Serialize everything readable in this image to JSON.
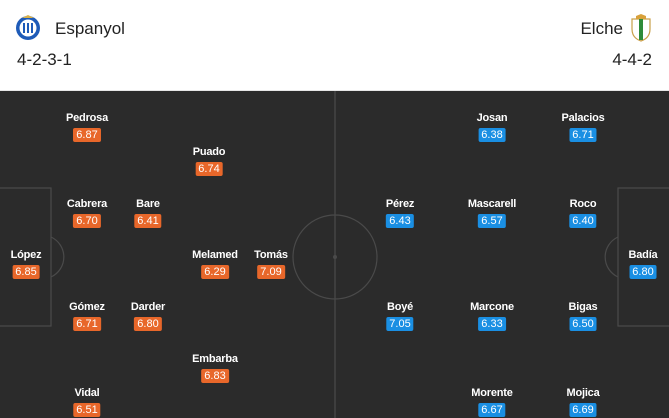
{
  "home": {
    "name": "Espanyol",
    "formation": "4-2-3-1",
    "crest_icon": "espanyol-crest-icon",
    "rating_color": "#e8672a",
    "players": [
      {
        "name": "López",
        "rating": "6.85"
      },
      {
        "name": "Pedrosa",
        "rating": "6.87"
      },
      {
        "name": "Cabrera",
        "rating": "6.70"
      },
      {
        "name": "Gómez",
        "rating": "6.71"
      },
      {
        "name": "Vidal",
        "rating": "6.51"
      },
      {
        "name": "Bare",
        "rating": "6.41"
      },
      {
        "name": "Darder",
        "rating": "6.80"
      },
      {
        "name": "Puado",
        "rating": "6.74"
      },
      {
        "name": "Melamed",
        "rating": "6.29"
      },
      {
        "name": "Embarba",
        "rating": "6.83"
      },
      {
        "name": "Tomás",
        "rating": "7.09"
      }
    ]
  },
  "away": {
    "name": "Elche",
    "formation": "4-4-2",
    "crest_icon": "elche-crest-icon",
    "rating_color": "#1a8fe3",
    "players": [
      {
        "name": "Badía",
        "rating": "6.80"
      },
      {
        "name": "Palacios",
        "rating": "6.71"
      },
      {
        "name": "Roco",
        "rating": "6.40"
      },
      {
        "name": "Bigas",
        "rating": "6.50"
      },
      {
        "name": "Mojica",
        "rating": "6.69"
      },
      {
        "name": "Josan",
        "rating": "6.38"
      },
      {
        "name": "Mascarell",
        "rating": "6.57"
      },
      {
        "name": "Marcone",
        "rating": "6.33"
      },
      {
        "name": "Morente",
        "rating": "6.67"
      },
      {
        "name": "Pérez",
        "rating": "6.43"
      },
      {
        "name": "Boyé",
        "rating": "7.05"
      }
    ]
  }
}
